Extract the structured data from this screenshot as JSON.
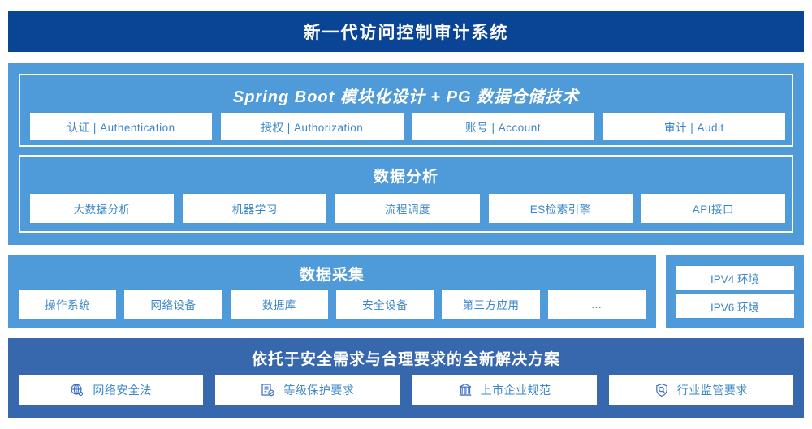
{
  "header": {
    "title": "新一代访问控制审计系统"
  },
  "colors": {
    "header_bg": "#0a4595",
    "panel_light": "#4f9ad8",
    "panel_mid": "#3767ad",
    "cell_bg": "#ffffff",
    "cell_text": "#3a86c8"
  },
  "springboot": {
    "title": "Spring Boot 模块化设计 + PG 数据仓储技术",
    "items": [
      {
        "label": "认证 | Authentication"
      },
      {
        "label": "授权 | Authorization"
      },
      {
        "label": "账号 | Account"
      },
      {
        "label": "审计 | Audit"
      }
    ]
  },
  "analysis": {
    "title": "数据分析",
    "items": [
      {
        "label": "大数据分析"
      },
      {
        "label": "机器学习"
      },
      {
        "label": "流程调度"
      },
      {
        "label": "ES检索引擎"
      },
      {
        "label": "API接口"
      }
    ]
  },
  "collection": {
    "title": "数据采集",
    "items": [
      {
        "label": "操作系统"
      },
      {
        "label": "网络设备"
      },
      {
        "label": "数据库"
      },
      {
        "label": "安全设备"
      },
      {
        "label": "第三方应用"
      },
      {
        "label": "…"
      }
    ]
  },
  "environments": {
    "items": [
      {
        "label": "IPV4 环境"
      },
      {
        "label": "IPV6 环境"
      }
    ]
  },
  "solution": {
    "title": "依托于安全需求与合理要求的全新解决方案",
    "items": [
      {
        "label": "网络安全法",
        "icon": "globe-network-icon"
      },
      {
        "label": "等级保护要求",
        "icon": "document-check-icon"
      },
      {
        "label": "上市企业规范",
        "icon": "bank-building-icon"
      },
      {
        "label": "行业监管要求",
        "icon": "shield-search-icon"
      }
    ]
  }
}
